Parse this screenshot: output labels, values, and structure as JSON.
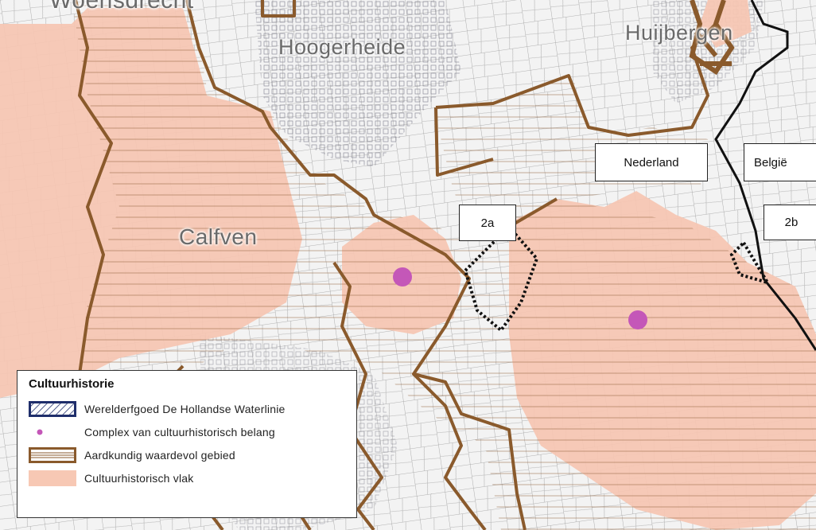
{
  "places": {
    "top": "Woensdrecht",
    "hoogerheide": "Hoogerheide",
    "huijbergen": "Huijbergen",
    "calfven": "Calfven"
  },
  "labels": {
    "nederland": "Nederland",
    "belgie": "België",
    "area_2a": "2a",
    "area_2b": "2b"
  },
  "legend": {
    "title": "Cultuurhistorie",
    "items": [
      {
        "label": "Werelderfgoed De Hollandse Waterlinie",
        "symbol": "hatched-box-icon"
      },
      {
        "label": "Complex van cultuurhistorisch belang",
        "symbol": "purple-dot-icon"
      },
      {
        "label": "Aardkundig waardevol gebied",
        "symbol": "brown-striped-box-icon"
      },
      {
        "label": "Cultuurhistorisch vlak",
        "symbol": "salmon-area-icon"
      }
    ]
  },
  "colors": {
    "brown": "#8a5a2c",
    "salmon": "#f7c8b4",
    "purple": "#c457b8",
    "navy": "#1f2e6b",
    "border": "#111111"
  }
}
